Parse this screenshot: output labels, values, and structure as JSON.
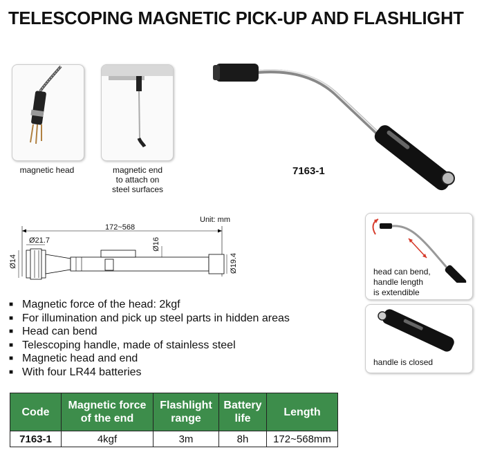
{
  "title": "TELESCOPING MAGNETIC PICK-UP AND FLASHLIGHT",
  "photos": [
    {
      "caption_lines": [
        "magnetic head"
      ]
    },
    {
      "caption_lines": [
        "magnetic end",
        "to attach on",
        "steel surfaces"
      ]
    }
  ],
  "model_label": "7163-1",
  "drawing": {
    "unit": "Unit: mm",
    "length": "172~568",
    "dia_head": "Ø21.7",
    "dia_tip": "Ø14",
    "dia_tube": "Ø16",
    "dia_handle": "Ø19.4"
  },
  "features": [
    "Magnetic force of the head: 2kgf",
    "For illumination and pick up steel parts in hidden areas",
    "Head can bend",
    "Telescoping handle, made of stainless steel",
    "Magnetic head and end",
    "With four LR44 batteries"
  ],
  "side_panels": [
    {
      "caption_lines": [
        "head can bend,",
        "handle length",
        "is extendible"
      ]
    },
    {
      "caption_lines": [
        "handle is closed"
      ]
    }
  ],
  "spec_table": {
    "headers": [
      [
        "Code"
      ],
      [
        "Magnetic force",
        "of the end"
      ],
      [
        "Flashlight",
        "range"
      ],
      [
        "Battery",
        "life"
      ],
      [
        "Length"
      ]
    ],
    "rows": [
      [
        "7163-1",
        "4kgf",
        "3m",
        "8h",
        "172~568mm"
      ]
    ]
  },
  "colors": {
    "table_header": "#3d8d4b",
    "arrow": "#d63a2a"
  }
}
